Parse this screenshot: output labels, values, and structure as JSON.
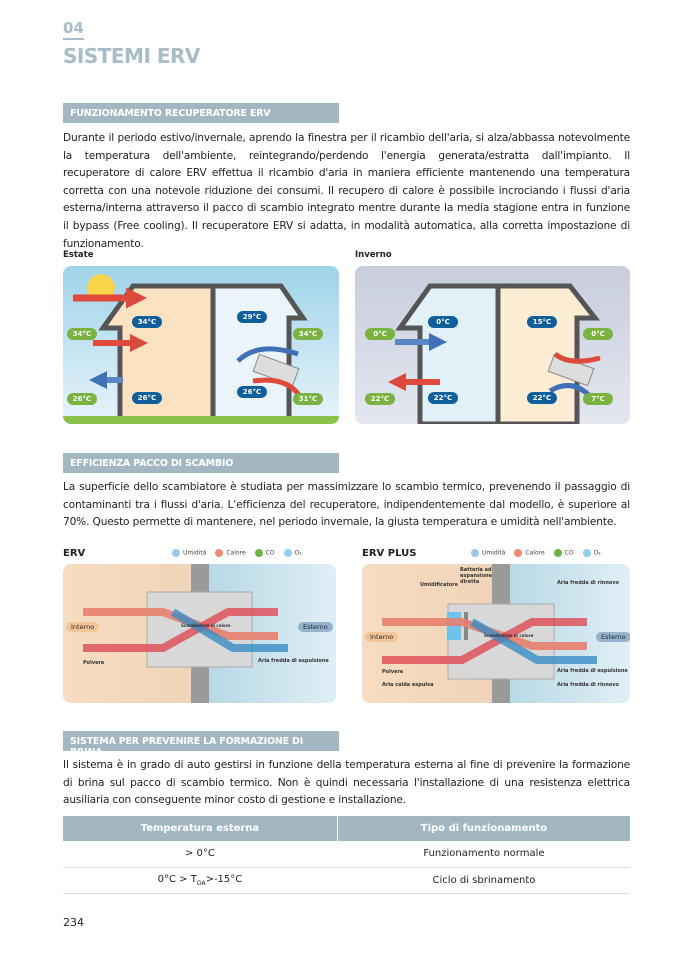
{
  "header": {
    "chapter": "04",
    "title": "SISTEMI ERV"
  },
  "sections": [
    {
      "title": "FUNZIONAMENTO RECUPERATORE ERV",
      "text": "Durante il periodo estivo/invernale, aprendo la finestra per il ricambio dell'aria, si alza/abbassa notevolmente la temperatura dell'ambiente, reintegrando/perdendo l'energia generata/estratta dall'impianto. Il recuperatore di calore ERV effettua il ricambio d'aria in maniera efficiente mantenendo una temperatura corretta con una notevole riduzione dei consumi. Il recupero di calore è possibile incrociando i flussi d'aria esterna/interna attraverso il pacco di scambio integrato mentre durante la media stagione entra in funzione il bypass (Free cooling). Il recuperatore ERV si adatta, in modalità automatica, alla corretta impostazione di funzionamento."
    },
    {
      "title": "EFFICIENZA PACCO DI SCAMBIO",
      "text": "La superficie dello scambiatore è studiata per massimizzare lo scambio termico, prevenendo il passaggio di contaminanti tra i flussi d'aria. L'efficienza del recuperatore, indipendentemente dal modello, è superiore al 70%. Questo permette di mantenere, nel periodo invernale, la giusta temperatura e umidità nell'ambiente."
    },
    {
      "title": "SISTEMA PER PREVENIRE LA FORMAZIONE DI BRINA",
      "text": "Il sistema è in grado di auto gestirsi in funzione della temperatura esterna al fine di prevenire la formazione di brina sul pacco di scambio termico. Non è quindi necessaria l'installazione di una resistenza elettrica ausiliaria con conseguente minor costo di gestione e installazione."
    }
  ],
  "estate": {
    "label": "Estate",
    "out_top": "34°C",
    "in_top": "34°C",
    "out_bottom": "26°C",
    "in_bottom": "26°C",
    "erv_top": "29°C",
    "erv_out_top": "34°C",
    "erv_bottom": "26°C",
    "erv_out_bottom": "31°C"
  },
  "inverno": {
    "label": "Inverno",
    "out_top": "0°C",
    "in_top": "0°C",
    "out_bottom": "22°C",
    "in_bottom": "22°C",
    "erv_top": "15°C",
    "erv_out_top": "0°C",
    "erv_bottom": "22°C",
    "erv_out_bottom": "7°C"
  },
  "legend": {
    "humidity": "Umidità",
    "heat": "Calore",
    "co": "CO",
    "o2": "O₂"
  },
  "colors": {
    "accent": "#a3b7c2",
    "humidity": "#9cc7e8",
    "heat": "#ef8a73",
    "co": "#6db33f",
    "o2": "#8fd0ef"
  },
  "erv": {
    "title": "ERV",
    "interno": "Interno",
    "esterno": "Esterno",
    "polvere": "Polvere",
    "exchanger": "Scambiatore di calore",
    "cold_exhaust": "Aria fredda di espulsione"
  },
  "erv_plus": {
    "title": "ERV PLUS",
    "interno": "Interno",
    "esterno": "Esterno",
    "polvere": "Polvere",
    "exchanger": "Scambiatore di calore",
    "humidifier": "Umidificatore",
    "battery": "Batteria ad espansione diretta",
    "cold_renew_top": "Aria fredda di rinnovo",
    "cold_exhaust": "Aria fredda di espulsione",
    "cold_renew_bottom": "Aria fredda di rinnovo",
    "warm_expelled": "Aria calda espulsa"
  },
  "table": {
    "headers": [
      "Temperatura esterna",
      "Tipo di funzionamento"
    ],
    "rows": [
      {
        "temp": "> 0°C",
        "mode": "Funzionamento normale"
      },
      {
        "temp_a": "0°C > T",
        "temp_sub": "OA",
        "temp_b": ">-15°C",
        "mode": "Ciclo di sbrinamento"
      }
    ]
  },
  "page_number": "234"
}
